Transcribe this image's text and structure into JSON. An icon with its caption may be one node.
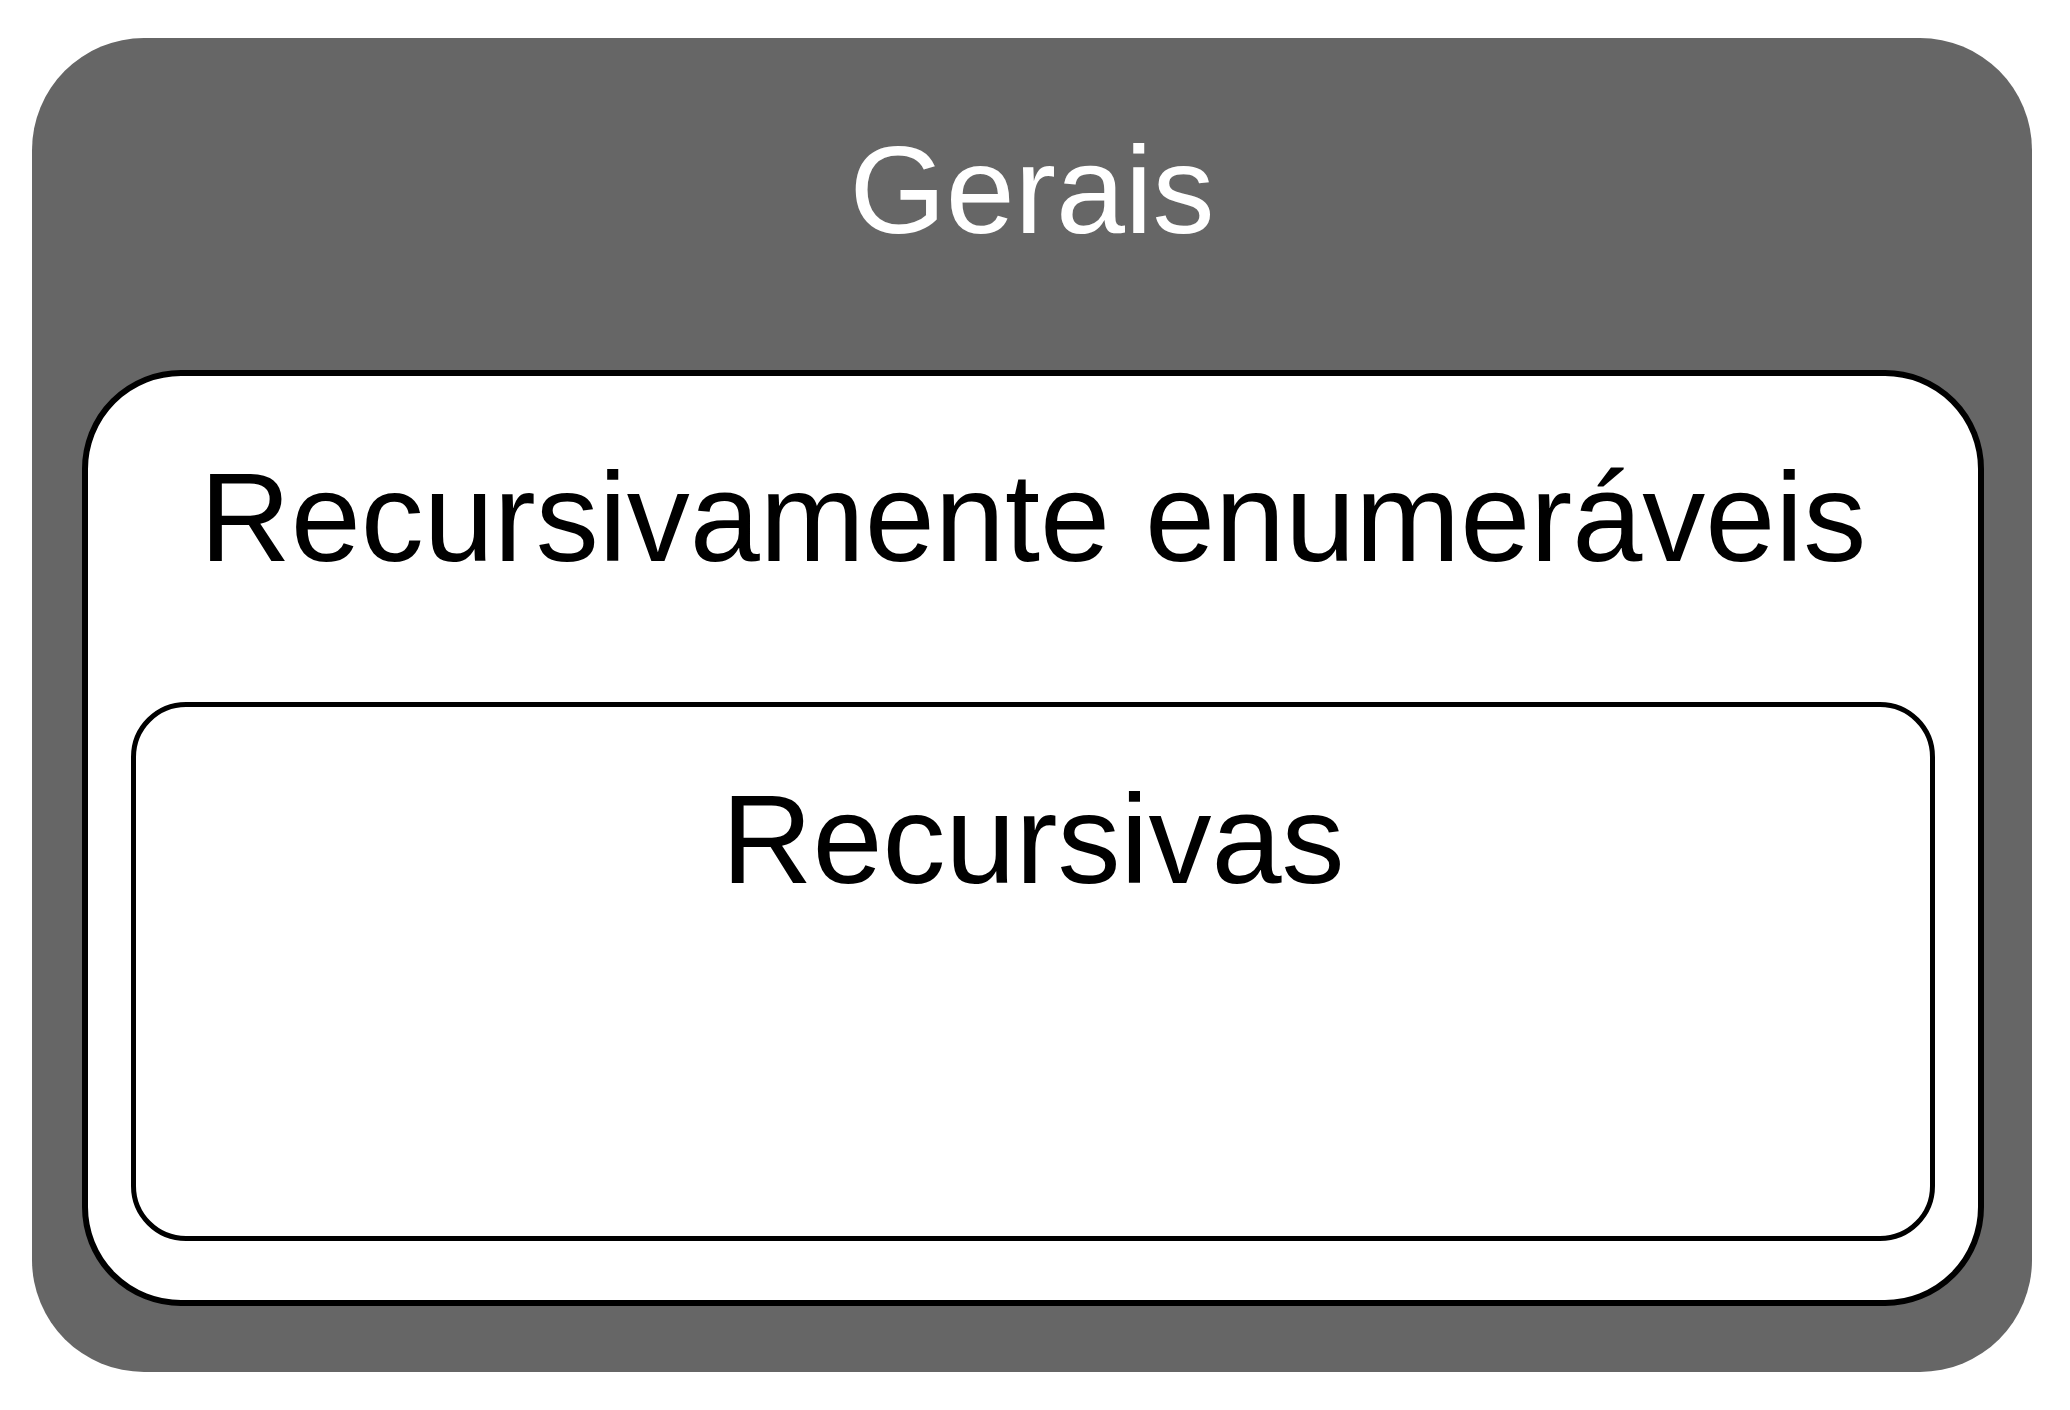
{
  "diagram": {
    "nodes": [
      {
        "text": [
          "Gerais"
        ]
      },
      {
        "text": [
          "Recursivamente enumeráveis"
        ],
        "in": 0
      },
      {
        "text": [
          "Recursivas"
        ],
        "in": 1
      }
    ]
  }
}
